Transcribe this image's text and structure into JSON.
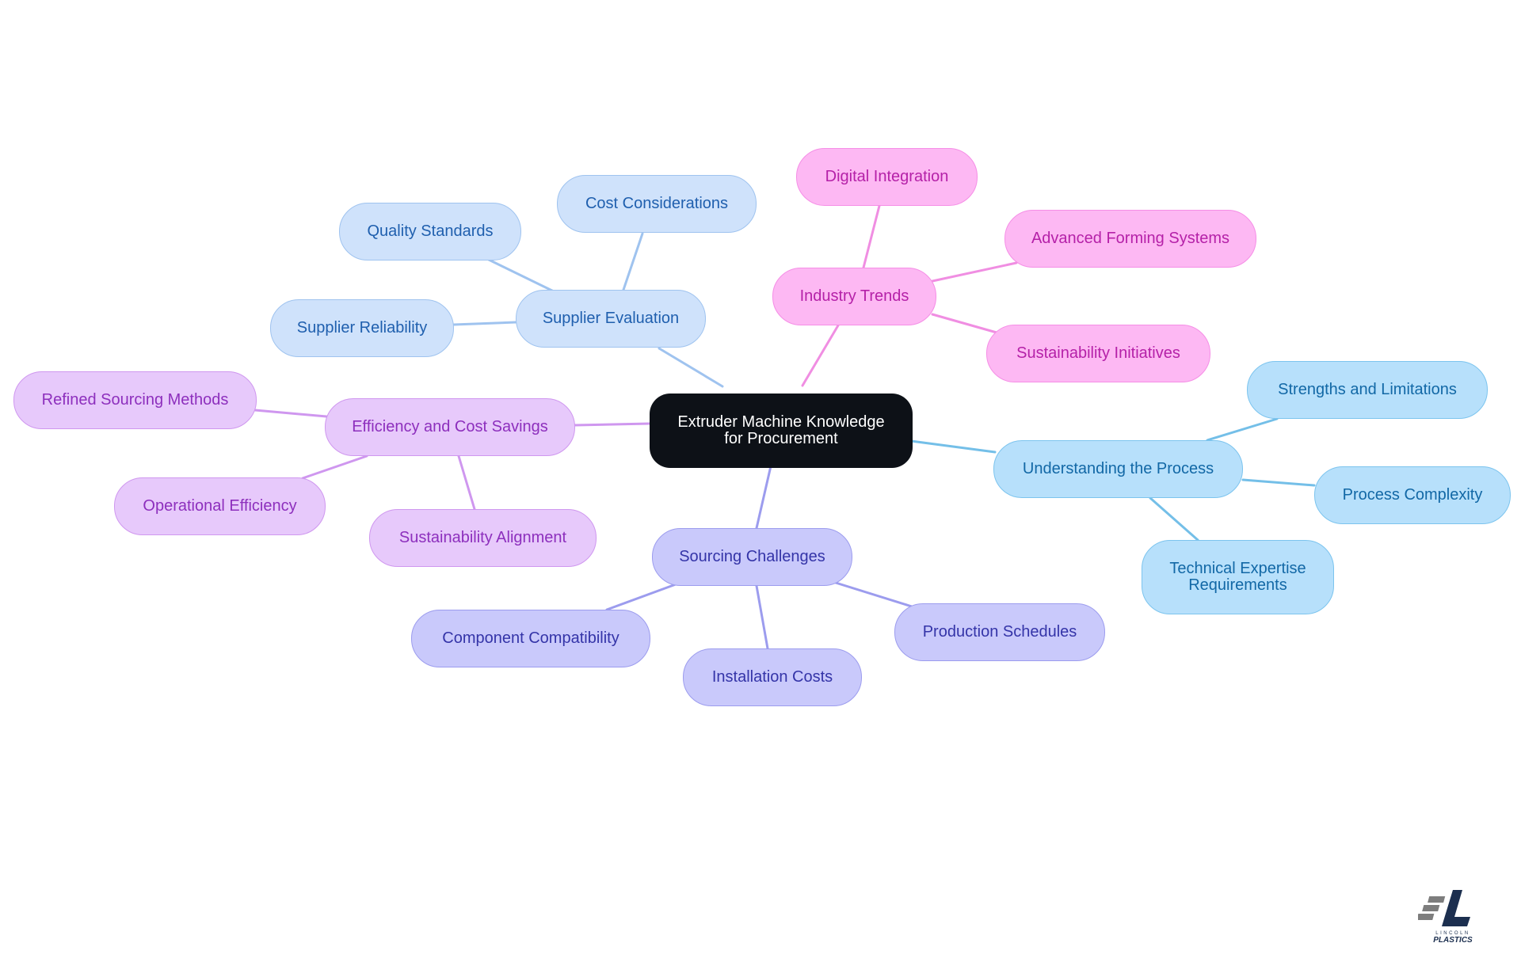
{
  "mindmap": {
    "root": {
      "label": "Extruder Machine Knowledge\nfor Procurement",
      "fill": "#0d1117",
      "text": "#ffffff"
    },
    "branches": [
      {
        "id": "supplier",
        "label": "Supplier Evaluation",
        "fill": "#cfe2fb",
        "stroke": "#9fc3ef",
        "text": "#1f5fae",
        "line": "#9fc3ef",
        "children": [
          {
            "id": "cost",
            "label": "Cost Considerations"
          },
          {
            "id": "quality",
            "label": "Quality Standards"
          },
          {
            "id": "reliability",
            "label": "Supplier Reliability"
          }
        ]
      },
      {
        "id": "trends",
        "label": "Industry Trends",
        "fill": "#fdb8f3",
        "stroke": "#f58ee6",
        "text": "#b521a8",
        "line": "#f08ee2",
        "children": [
          {
            "id": "digital",
            "label": "Digital Integration"
          },
          {
            "id": "forming",
            "label": "Advanced Forming Systems"
          },
          {
            "id": "sustain-init",
            "label": "Sustainability Initiatives"
          }
        ]
      },
      {
        "id": "process",
        "label": "Understanding the Process",
        "fill": "#b7e0fb",
        "stroke": "#7cc4ee",
        "text": "#1268a6",
        "line": "#74bfe8",
        "children": [
          {
            "id": "strengths",
            "label": "Strengths and Limitations"
          },
          {
            "id": "complexity",
            "label": "Process Complexity"
          },
          {
            "id": "expertise",
            "label": "Technical Expertise\nRequirements"
          }
        ]
      },
      {
        "id": "sourcing",
        "label": "Sourcing Challenges",
        "fill": "#c9c9fb",
        "stroke": "#9c9cee",
        "text": "#3434a8",
        "line": "#9c9cee",
        "children": [
          {
            "id": "compat",
            "label": "Component Compatibility"
          },
          {
            "id": "install",
            "label": "Installation Costs"
          },
          {
            "id": "schedules",
            "label": "Production Schedules"
          }
        ]
      },
      {
        "id": "efficiency",
        "label": "Efficiency and Cost Savings",
        "fill": "#e7c9fb",
        "stroke": "#cf97ef",
        "text": "#8d2fbd",
        "line": "#cf97ef",
        "children": [
          {
            "id": "refined",
            "label": "Refined Sourcing Methods"
          },
          {
            "id": "operational",
            "label": "Operational Efficiency"
          },
          {
            "id": "sust-align",
            "label": "Sustainability Alignment"
          }
        ]
      }
    ]
  },
  "logo": {
    "text_top": "LINCOLN",
    "text_bottom": "PLASTICS",
    "color": "#1c2f4f",
    "accent": "#7d7d7d"
  }
}
